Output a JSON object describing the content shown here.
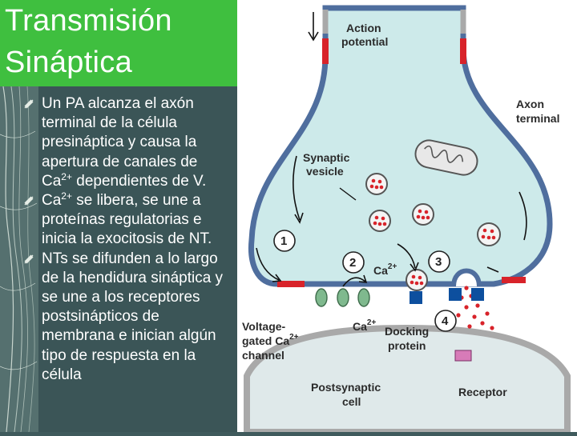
{
  "slide": {
    "title_line1": "Transmisión",
    "title_line2": "Sináptica",
    "bullets": [
      {
        "parts": [
          "Un PA alcanza el axón terminal de la célula presináptica y causa la apertura de canales de Ca",
          "2+",
          " dependientes de V."
        ]
      },
      {
        "parts": [
          "Ca",
          "2+",
          " se libera, se une a proteínas regulatorias e inicia la exocitosis de NT."
        ]
      },
      {
        "parts": [
          "NTs se difunden a lo largo de la hendidura sináptica y se une a los receptores postsinápticos de membrana e inician algún tipo de respuesta en la célula"
        ]
      }
    ]
  },
  "diagram": {
    "labels": {
      "action_potential_1": "Action",
      "action_potential_2": "potential",
      "axon_terminal_1": "Axon",
      "axon_terminal_2": "terminal",
      "synaptic_vesicle_1": "Synaptic",
      "synaptic_vesicle_2": "vesicle",
      "ca_ion": "Ca",
      "ca_ion_sup": "2+",
      "ca_ion_lower": "Ca",
      "ca_ion_lower_sup": "2+",
      "voltage_gated_1": "Voltage-",
      "voltage_gated_2": "gated Ca",
      "voltage_gated_2_sup": "2+",
      "voltage_gated_3": "channel",
      "docking_protein_1": "Docking",
      "docking_protein_2": "protein",
      "postsynaptic_1": "Postsynaptic",
      "postsynaptic_2": "cell",
      "receptor": "Receptor"
    },
    "steps": [
      "1",
      "2",
      "3",
      "4"
    ],
    "colors": {
      "cytoplasm": "#cdeaea",
      "membrane_blue": "#4f6e9e",
      "membrane_gray": "#a9a9a9",
      "action_potential_red": "#d8232a",
      "vesicle_dots": "#d8232a",
      "ca_channel_green": "#7fb98e",
      "docking_protein_blue": "#0d4f9e",
      "receptor_pink": "#d77bb8",
      "title_green": "#3fbf3f",
      "slide_bg": "#3b5557"
    }
  }
}
